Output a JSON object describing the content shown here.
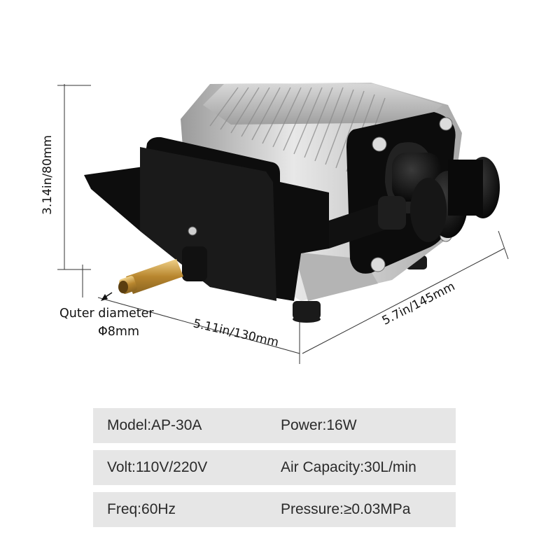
{
  "dimensions": {
    "height": "3.14in/80mm",
    "width": "5.11in/130mm",
    "depth": "5.7in/145mm"
  },
  "outlet": {
    "label": "Quter diameter",
    "value": "Φ8mm"
  },
  "specs": [
    {
      "left": "Model:AP-30A",
      "right": "Power:16W"
    },
    {
      "left": "Volt:110V/220V",
      "right": "Air Capacity:30L/min"
    },
    {
      "left": "Freq:60Hz",
      "right": "Pressure:≥0.03MPa"
    }
  ],
  "icons": [
    "air-pump-product-image",
    "arrow-icon",
    "screw-icon"
  ],
  "colors": {
    "panel": "#e6e6e6",
    "pump_body": "#c8c8c8",
    "cap": "#111111",
    "brass": "#c9a24a"
  }
}
